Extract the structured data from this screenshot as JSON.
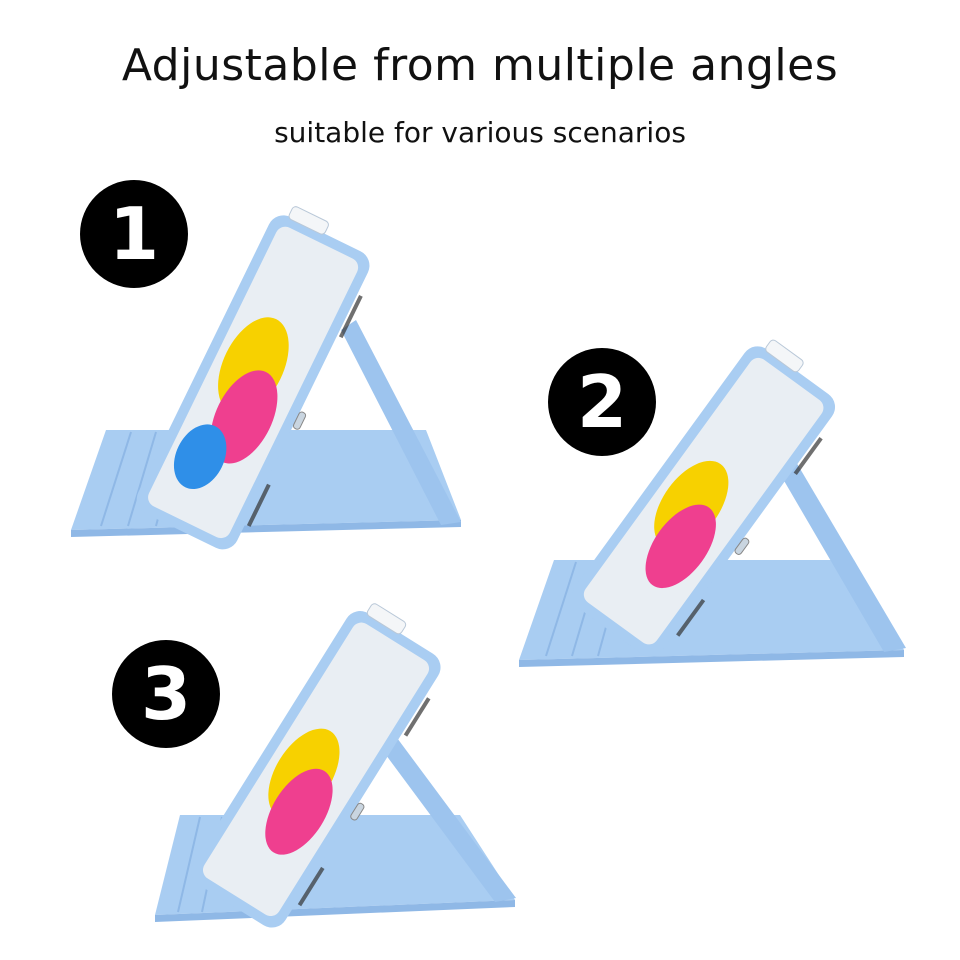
{
  "header": {
    "title": "Adjustable from multiple angles",
    "subtitle": "suitable for various scenarios"
  },
  "positions": [
    {
      "label": "1"
    },
    {
      "label": "2"
    },
    {
      "label": "3"
    }
  ],
  "colors": {
    "case_blue": "#a9cdf2",
    "case_blue_dark": "#8fb8e6",
    "case_blue_shadow": "#7ea8d8",
    "screen": "#e9eef3",
    "wallpaper_yellow": "#f7d100",
    "wallpaper_pink": "#ef3f8f",
    "wallpaper_blue": "#2f8fe8",
    "badge": "#000000"
  },
  "icons": {
    "badge_shape": "black-circle",
    "product": "tablet-in-folding-stand-case"
  }
}
